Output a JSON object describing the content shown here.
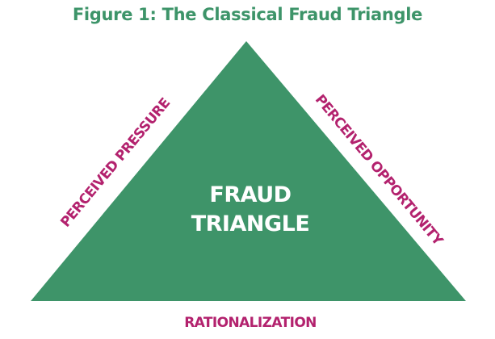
{
  "title": "Figure 1: The Classical Fraud Triangle",
  "center_label_line1": "FRAUD",
  "center_label_line2": "TRIANGLE",
  "left_side_label": "PERCEIVED PRESSURE",
  "right_side_label": "PERCEIVED OPPORTUNITY",
  "base_label": "RATIONALIZATION",
  "colors": {
    "title": "#3d9469",
    "triangle_fill": "#3e9469",
    "center_text": "#ffffff",
    "side_labels": "#b3226e"
  }
}
